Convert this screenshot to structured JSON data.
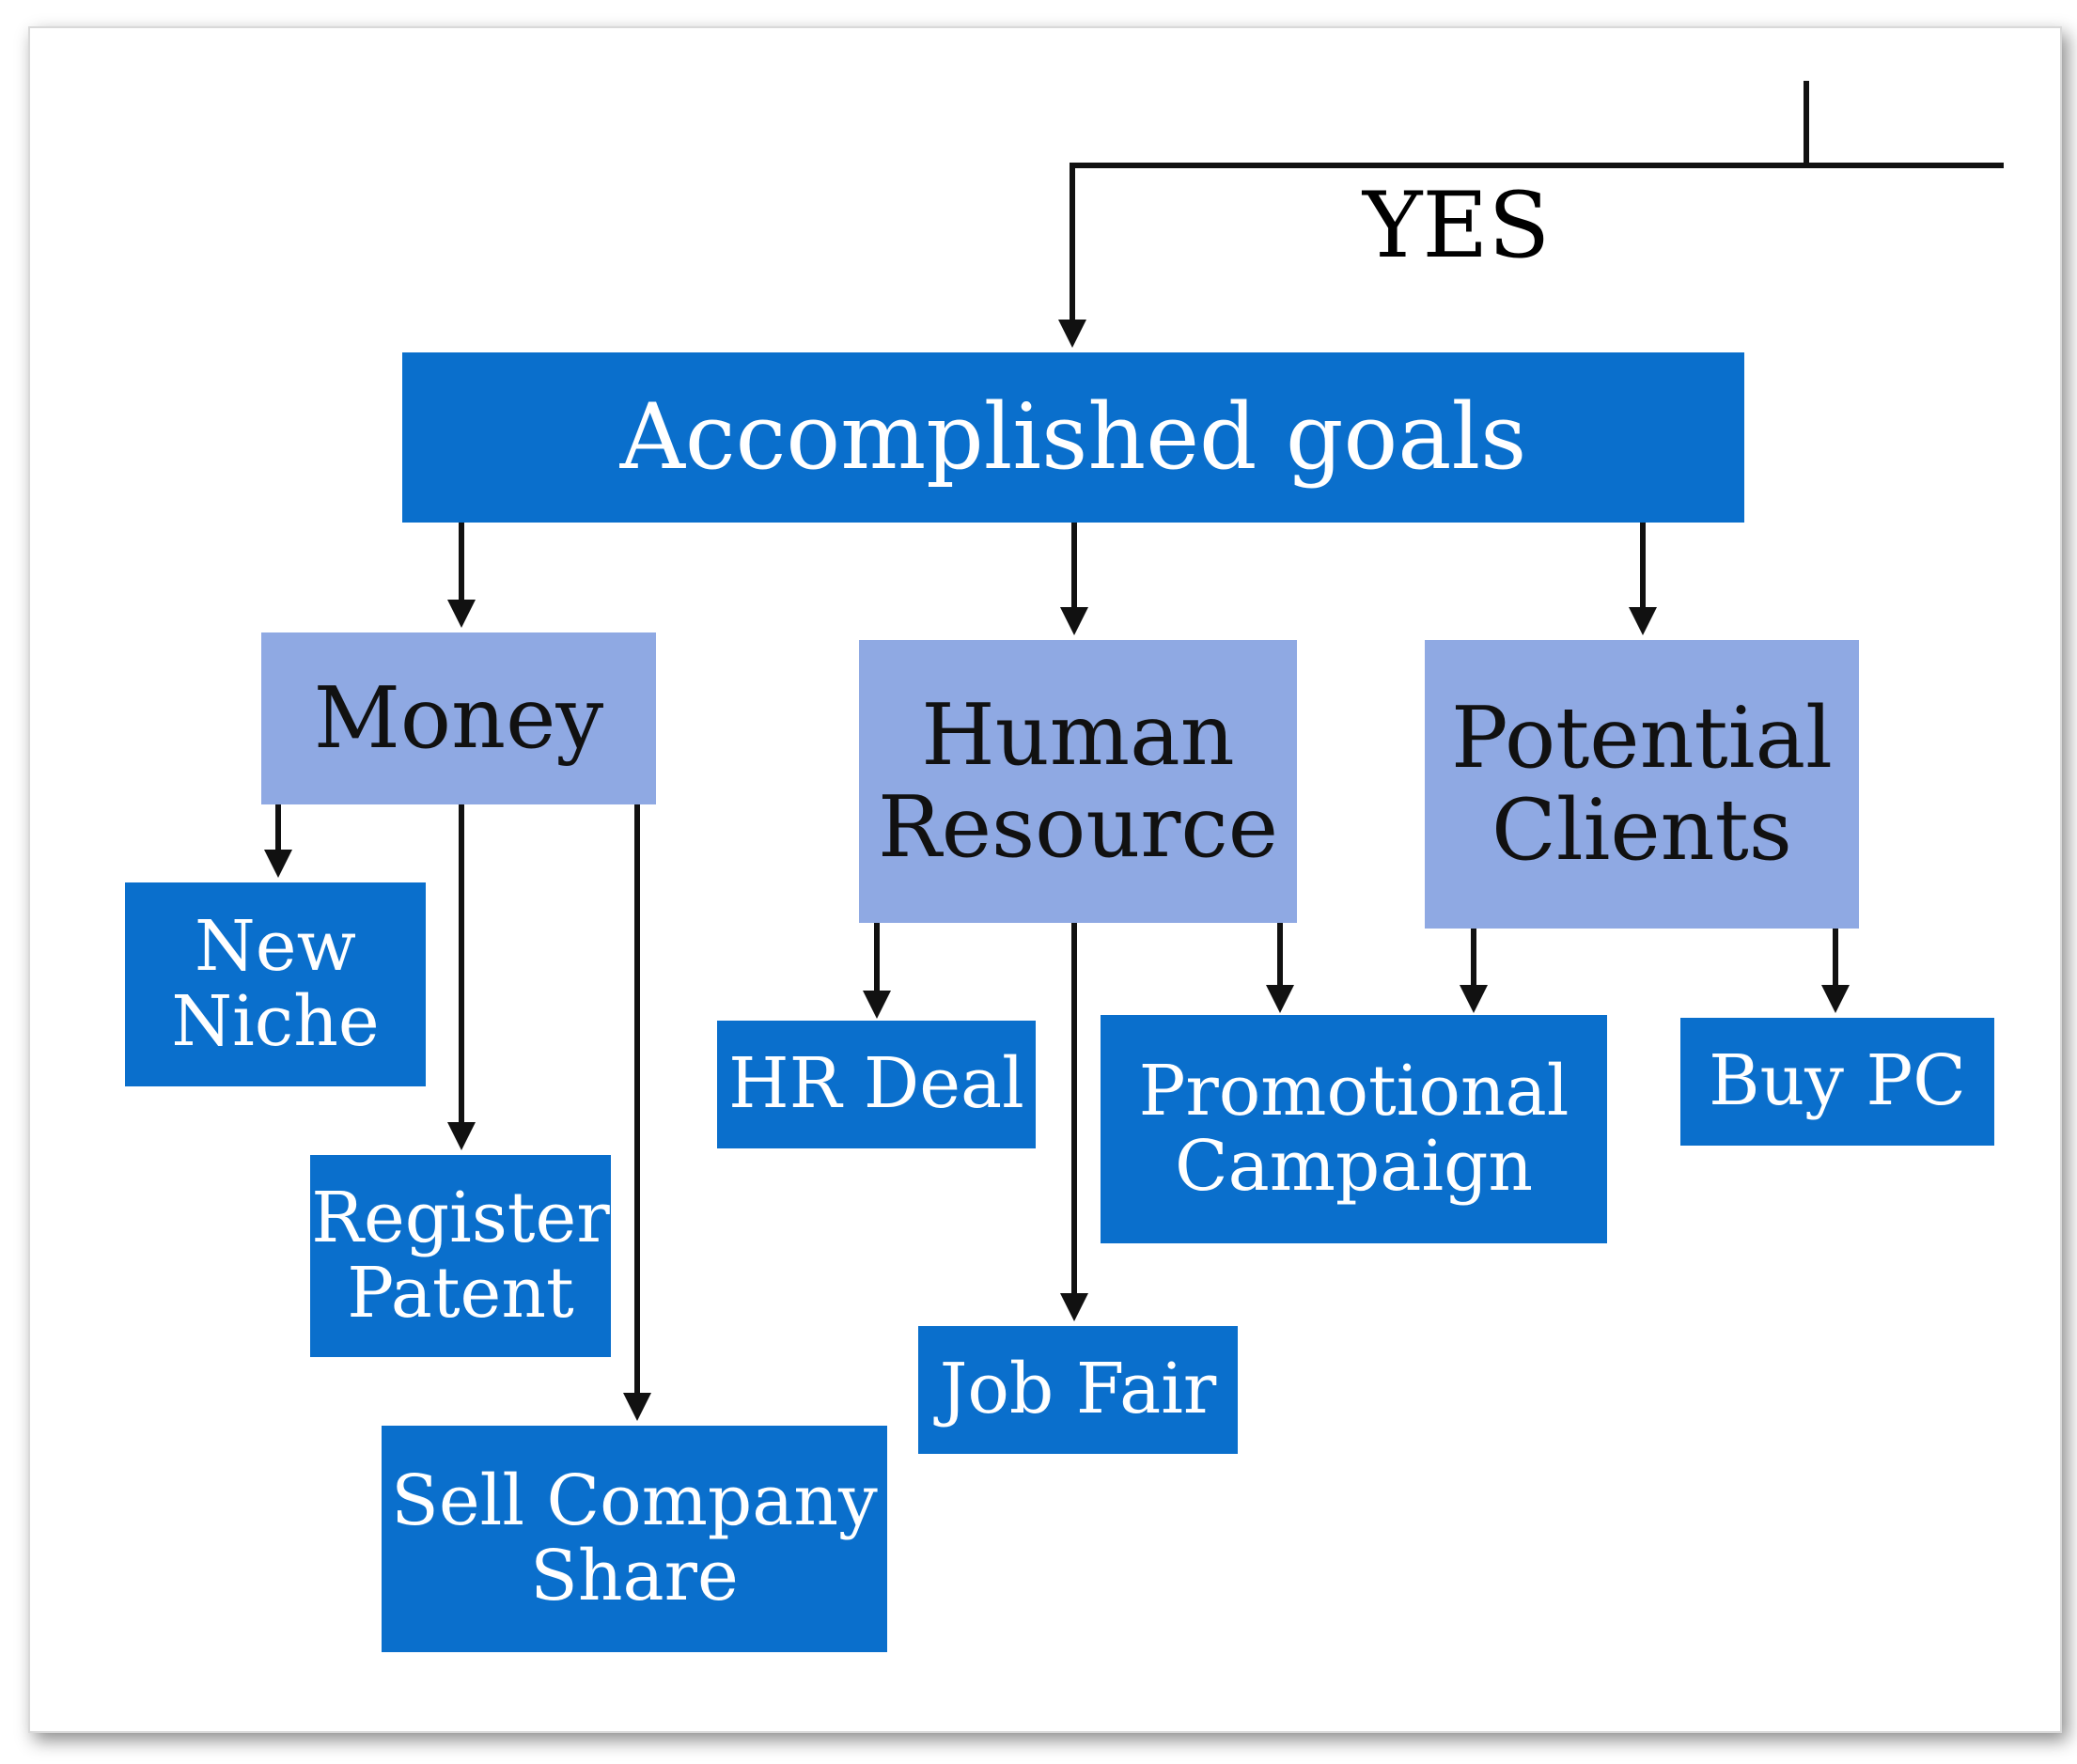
{
  "diagram": {
    "yes_label": "YES",
    "root": {
      "label": "Accomplished goals"
    },
    "categories": [
      {
        "key": "money",
        "label": "Money"
      },
      {
        "key": "hr",
        "label": "Human Resource"
      },
      {
        "key": "clients",
        "label": "Potential Clients"
      }
    ],
    "actions": [
      {
        "key": "new-niche",
        "label": "New Niche"
      },
      {
        "key": "register-patent",
        "label": "Register Patent"
      },
      {
        "key": "sell-company-share",
        "label": "Sell Company Share"
      },
      {
        "key": "hr-deal",
        "label": "HR Deal"
      },
      {
        "key": "job-fair",
        "label": "Job Fair"
      },
      {
        "key": "promotional-campaign",
        "label": "Promotional Campaign"
      },
      {
        "key": "buy-pc",
        "label": "Buy PC"
      }
    ],
    "edges": [
      [
        "yes",
        "root"
      ],
      [
        "root",
        "money"
      ],
      [
        "root",
        "hr"
      ],
      [
        "root",
        "clients"
      ],
      [
        "money",
        "new-niche"
      ],
      [
        "money",
        "register-patent"
      ],
      [
        "money",
        "sell-company-share"
      ],
      [
        "hr",
        "hr-deal"
      ],
      [
        "hr",
        "job-fair"
      ],
      [
        "hr",
        "promotional-campaign"
      ],
      [
        "clients",
        "promotional-campaign"
      ],
      [
        "clients",
        "buy-pc"
      ]
    ],
    "colors": {
      "primary": "#0a6fcc",
      "secondary": "#8fa9e3",
      "line": "#111111"
    }
  }
}
